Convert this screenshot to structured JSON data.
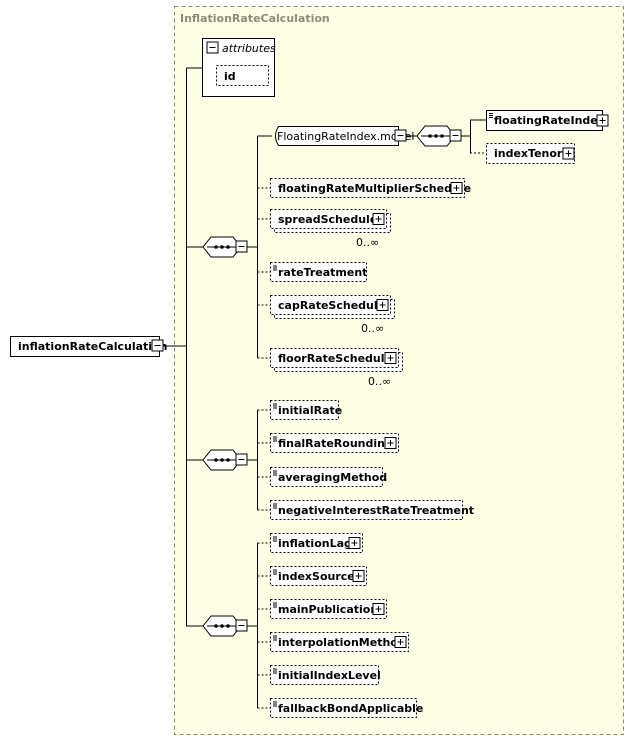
{
  "type_name": "InflationRateCalculation",
  "root": {
    "name": "inflationRateCalculation"
  },
  "attributes": {
    "title": "attributes",
    "items": [
      "id"
    ]
  },
  "model_group": {
    "name": "FloatingRateIndex.model",
    "children": [
      "floatingRateIndex",
      "indexTenor"
    ]
  },
  "group1": [
    "floatingRateMultiplierSchedule",
    "spreadSchedule",
    "rateTreatment",
    "capRateSchedule",
    "floorRateSchedule"
  ],
  "group2": [
    "initialRate",
    "finalRateRounding",
    "averagingMethod",
    "negativeInterestRateTreatment"
  ],
  "group3": [
    "inflationLag",
    "indexSource",
    "mainPublication",
    "interpolationMethod",
    "initialIndexLevel",
    "fallbackBondApplicable"
  ],
  "cardinality": "0..∞",
  "colors": {
    "panel_fill": "#ffffe6",
    "panel_border": "#8a8a6e",
    "title": "#8c8c78",
    "line": "#000000"
  }
}
